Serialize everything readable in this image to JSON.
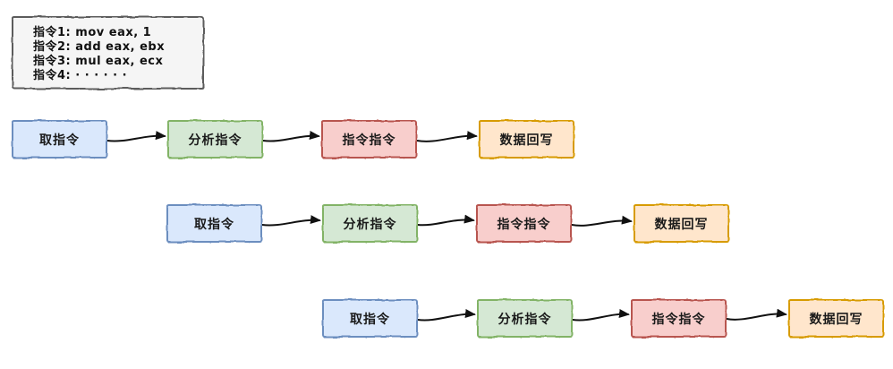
{
  "code_box": {
    "lines": [
      "指令1: mov eax, 1",
      "指令2: add eax, ebx",
      "指令3: mul eax, ecx",
      "指令4: · · · · · ·"
    ]
  },
  "pipeline": {
    "stages": [
      {
        "id": "fetch",
        "label": "取指令",
        "fill": "#dae8fc",
        "stroke": "#6c8ebf"
      },
      {
        "id": "analyze",
        "label": "分析指令",
        "fill": "#d5e8d4",
        "stroke": "#82b366"
      },
      {
        "id": "execute",
        "label": "指令指令",
        "fill": "#f8cecc",
        "stroke": "#b85450"
      },
      {
        "id": "writeback",
        "label": "数据回写",
        "fill": "#ffe6cc",
        "stroke": "#d79b00"
      }
    ],
    "row_count": 3
  },
  "colors": {
    "arrow": "#111111",
    "text": "#1a1a1a",
    "code_box_fill": "#f5f5f5",
    "code_box_stroke": "#5c5c5c",
    "canvas_background": "#ffffff"
  }
}
